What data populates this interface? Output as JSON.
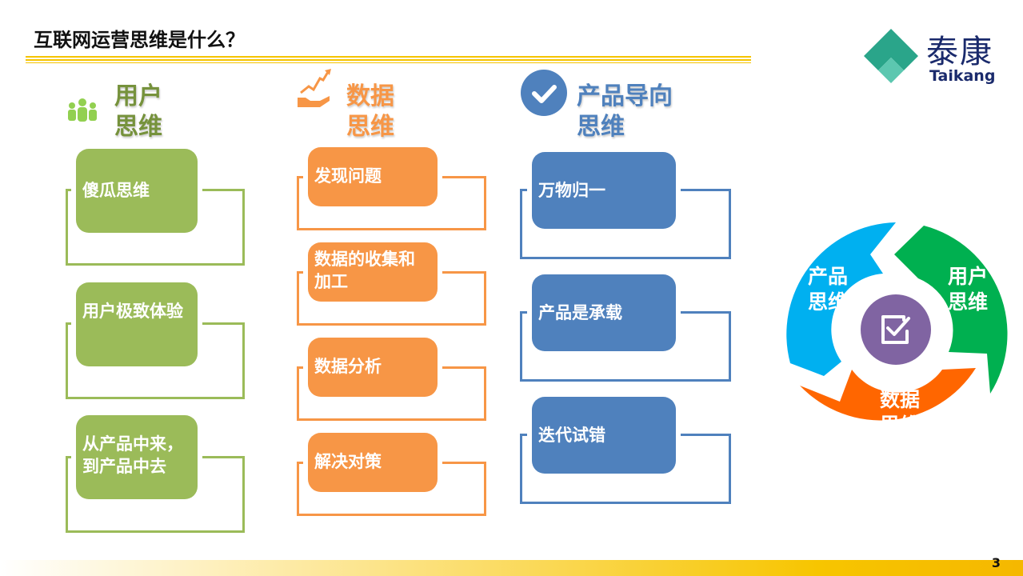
{
  "title": "互联网运营思维是什么？",
  "logo": {
    "cn": "泰康",
    "en": "Taikang"
  },
  "columns": [
    {
      "heading_line1": "用户",
      "heading_line2": "思维",
      "icon": "people-icon",
      "color": "#9bbb59",
      "items": [
        "傻瓜思维",
        "用户极致体验",
        "从产品中来，到产品中去"
      ]
    },
    {
      "heading_line1": "数据",
      "heading_line2": "思维",
      "icon": "growth-chart-hand-icon",
      "color": "#f79646",
      "items": [
        "发现问题",
        "数据的收集和加工",
        "数据分析",
        "解决对策"
      ]
    },
    {
      "heading_line1": "产品导向",
      "heading_line2": "思维",
      "icon": "checkmark-circle-icon",
      "color": "#4f81bd",
      "items": [
        "万物归一",
        "产品是承载",
        "迭代试错"
      ]
    }
  ],
  "cycle": {
    "product": [
      "产品",
      "思维"
    ],
    "user": [
      "用户",
      "思维"
    ],
    "data": [
      "数据",
      "思维"
    ],
    "center_icon": "checkbox-icon",
    "colors": {
      "product": "#00b0f0",
      "user": "#00b050",
      "data": "#ff6600",
      "center": "#8064a2"
    }
  },
  "page_number": "3"
}
